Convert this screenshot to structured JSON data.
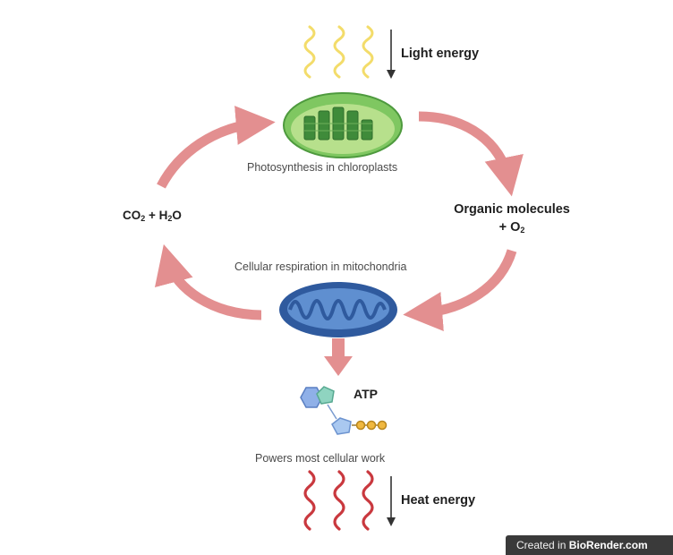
{
  "labels": {
    "light_energy": "Light energy",
    "photosynthesis": "Photosynthesis in chloroplasts",
    "organic_line1": "Organic molecules",
    "organic_plus": "+ O",
    "organic_sub": "2",
    "co2_a": "CO",
    "co2_sub": "2",
    "co2_b": " + H",
    "h2o_sub": "2",
    "co2_c": "O",
    "respiration": "Cellular respiration in mitochondria",
    "atp": "ATP",
    "powers": "Powers most cellular work",
    "heat_energy": "Heat energy"
  },
  "badge": {
    "prefix": "Created in ",
    "brand": "BioRender.com"
  },
  "colors": {
    "cycle_arrow": "#e38f90",
    "light_wave": "#f3dc6a",
    "heat_wave": "#c9383e",
    "chloroplast_outer": "#8ccf6a",
    "chloroplast_inner": "#3f8b3a",
    "mitochondrion_outer": "#2f5a9e",
    "mitochondrion_inner": "#5f8fd0",
    "atp_hexagon": "#8fb0e8",
    "atp_pentagon_green": "#8fd4c0",
    "atp_pentagon_blue": "#a9c8f0",
    "atp_phosphate": "#f0b840"
  }
}
